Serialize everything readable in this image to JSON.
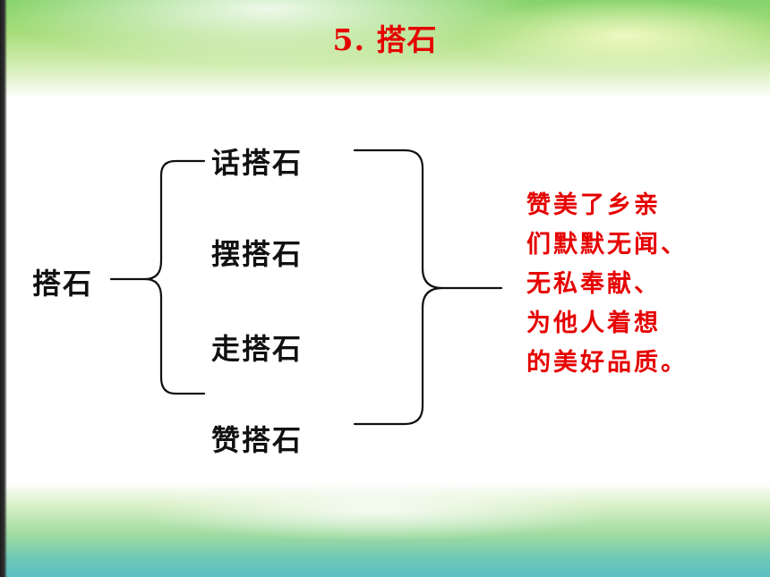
{
  "title": "5. 搭石",
  "root_label": "搭石",
  "items": [
    {
      "label": "话搭石"
    },
    {
      "label": "摆搭石"
    },
    {
      "label": "走搭石"
    },
    {
      "label": "赞搭石"
    }
  ],
  "summary_lines": [
    "赞美了乡亲",
    "们默默无闻、",
    "无私奉献、",
    "为他人着想",
    "的美好品质。"
  ],
  "colors": {
    "title": "#e60000",
    "summary": "#e60000",
    "text": "#111111",
    "brace": "#111111"
  }
}
